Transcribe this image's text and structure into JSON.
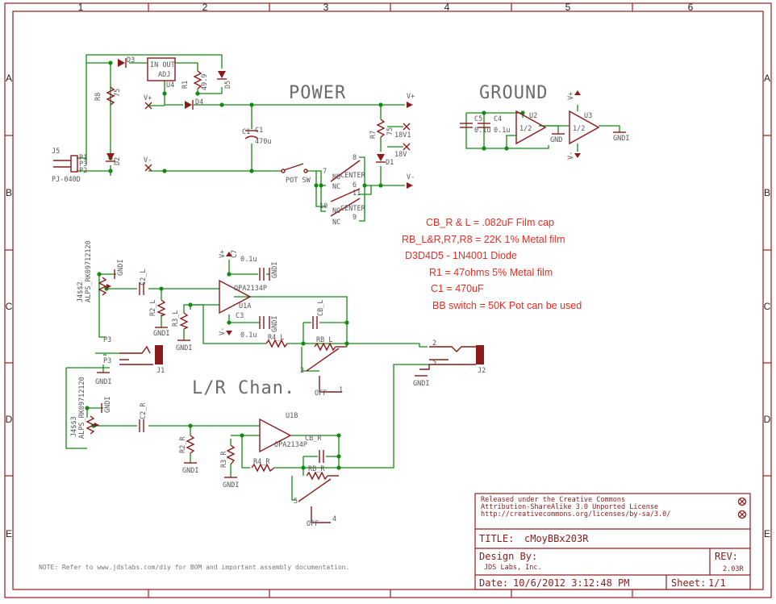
{
  "frame": {
    "cols": [
      "1",
      "2",
      "3",
      "4",
      "5",
      "6"
    ],
    "rows": [
      "A",
      "B",
      "C",
      "D",
      "E"
    ]
  },
  "sections": {
    "power": "POWER",
    "ground": "GROUND",
    "channels": "L/R Chan."
  },
  "notes": [
    "CB_R & L = .082uF Film cap",
    "RB_L&R,R7,R8 = 22K 1% Metal film",
    "D3D4D5 - 1N4001 Diode",
    "R1 = 47ohms 5% Metal film",
    "C1 = 470uF",
    "BB switch = 50K Pot can be used"
  ],
  "footer_note": "NOTE: Refer to www.jdslabs.com/diy for BOM and important assembly documentation.",
  "title_block": {
    "license": [
      "Released under the  Creative Commons",
      "Attribution-ShareAlike 3.0 Unported License",
      "http://creativecommons.org/licenses/by-sa/3.0/"
    ],
    "title_label": "TITLE:",
    "title": "cMoyBBx203R",
    "design_label": "Design By:",
    "designer": "JDS Labs, Inc.",
    "rev_label": "REV:",
    "rev": "2.03R",
    "date_label": "Date:",
    "date": "10/6/2012 3:12:48 PM",
    "sheet_label": "Sheet:",
    "sheet": "1/1"
  },
  "labels": {
    "j5": "J5",
    "p1": "P1",
    "p3": "P3",
    "p2": "P2",
    "pj": "PJ-040D",
    "d3": "D3",
    "d4": "D4",
    "d5": "D5",
    "d2": "D2",
    "d1": "D1",
    "u4": "U4",
    "in_out": "IN  OUT",
    "adj": "ADJ",
    "r1": "R1",
    "r1v": "49.9",
    "r8": "R8",
    "r8v": "75",
    "vplus": "V+",
    "vminus": "V-",
    "c1": "C1",
    "c1v": "470u",
    "r7": "R7",
    "r7v": "75",
    "v18v1": "18V1",
    "v18v": "18V",
    "potsw": "POT SW",
    "center": "CENTER",
    "n8": "8",
    "n7": "7",
    "n6": "6",
    "n11": "11",
    "n10": "10",
    "n9": "9",
    "nc": "NC",
    "no": "NO",
    "c5": "C5",
    "c4": "C4",
    "c5v": "0.1u",
    "c4v": "0.1u",
    "u2": "U2",
    "u3": "U3",
    "half": "1/2",
    "gnd": "GND",
    "gndi": "GNDI",
    "j4s2": "J4$$2",
    "alps1": "ALPS_RK09712120",
    "alps2": "ALPS_RK09712120",
    "j4s3": "J4$$3",
    "c2l": "C2_L",
    "c2r": "C2_R",
    "r2l": "R2_L",
    "r2r": "R2_R",
    "r3l": "R3_L",
    "r3r": "R3_R",
    "r4l": "R4_L",
    "r4r": "R4_R",
    "rbl": "RB_L",
    "rbr": "RB_R",
    "cbl": "CB_L",
    "cbr": "CB_R",
    "opa_a": "OPA2134P",
    "opa_b": "OPA2134P",
    "u1a": "U1A",
    "u1b": "U1B",
    "c7": "C7",
    "c7v": "0.1u",
    "c3": "C3",
    "c3v": "0.1u",
    "j1": "J1",
    "j2": "J2",
    "off": "OFF"
  }
}
